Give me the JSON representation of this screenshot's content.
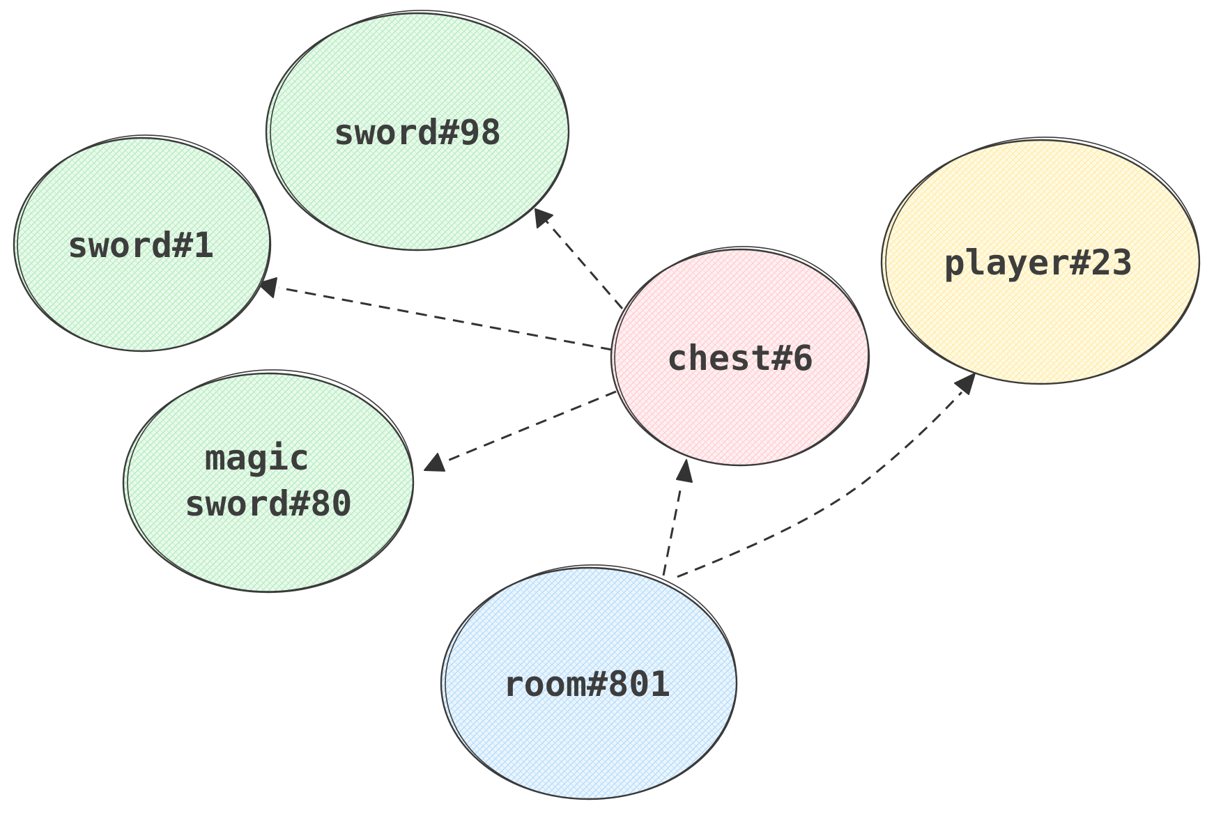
{
  "colors": {
    "green": "#d3f5d8",
    "pink": "#ffe0e3",
    "yellow": "#fff4c4",
    "blue": "#d2eafc",
    "stroke": "#3a3a3a",
    "text": "#3d3d3d"
  },
  "nodes": {
    "sword98": {
      "label": "sword#98",
      "color": "green"
    },
    "sword1": {
      "label": "sword#1",
      "color": "green"
    },
    "magic_sword80": {
      "label_line1": "magic",
      "label_line2": "sword#80",
      "color": "green"
    },
    "chest6": {
      "label": "chest#6",
      "color": "pink"
    },
    "player23": {
      "label": "player#23",
      "color": "yellow"
    },
    "room801": {
      "label": "room#801",
      "color": "blue"
    }
  },
  "edges": [
    {
      "from": "chest#6",
      "to": "sword#98",
      "style": "dashed-arrow"
    },
    {
      "from": "chest#6",
      "to": "sword#1",
      "style": "dashed-arrow"
    },
    {
      "from": "chest#6",
      "to": "magic sword#80",
      "style": "dashed-arrow"
    },
    {
      "from": "room#801",
      "to": "chest#6",
      "style": "dashed-arrow"
    },
    {
      "from": "room#801",
      "to": "player#23",
      "style": "dashed-arrow"
    }
  ]
}
